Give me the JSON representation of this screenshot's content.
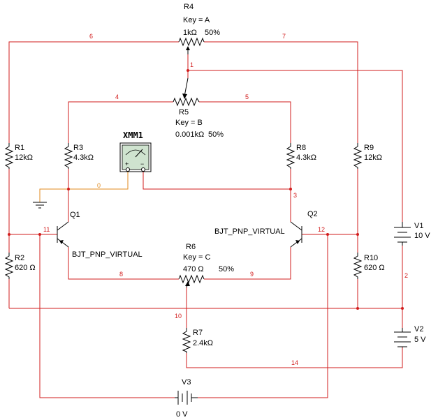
{
  "components": {
    "R1": {
      "ref": "R1",
      "value": "12kΩ"
    },
    "R2": {
      "ref": "R2",
      "value": "620 Ω"
    },
    "R3": {
      "ref": "R3",
      "value": "4.3kΩ"
    },
    "R4": {
      "ref": "R4",
      "key": "Key = A",
      "value": "1kΩ",
      "percent": "50%"
    },
    "R5": {
      "ref": "R5",
      "key": "Key = B",
      "value": "0.001kΩ",
      "percent": "50%"
    },
    "R6": {
      "ref": "R6",
      "key": "Key = C",
      "value": "470 Ω",
      "percent": "50%"
    },
    "R7": {
      "ref": "R7",
      "value": "2.4kΩ"
    },
    "R8": {
      "ref": "R8",
      "value": "4.3kΩ"
    },
    "R9": {
      "ref": "R9",
      "value": "12kΩ"
    },
    "R10": {
      "ref": "R10",
      "value": "620 Ω"
    },
    "Q1": {
      "ref": "Q1",
      "model": "BJT_PNP_VIRTUAL"
    },
    "Q2": {
      "ref": "Q2",
      "model": "BJT_PNP_VIRTUAL"
    },
    "V1": {
      "ref": "V1",
      "value": "10 V"
    },
    "V2": {
      "ref": "V2",
      "value": "5 V"
    },
    "V3": {
      "ref": "V3",
      "value": "0 V"
    },
    "XMM1": {
      "ref": "XMM1",
      "plus": "+",
      "minus": "−"
    }
  },
  "nets": {
    "n0": "0",
    "n1": "1",
    "n2": "2",
    "n3": "3",
    "n4": "4",
    "n6": "6",
    "n7": "7",
    "n5": "5",
    "n8": "8",
    "n9": "9",
    "n10": "10",
    "n11": "11",
    "n12": "12",
    "n14": "14"
  },
  "colors": {
    "wire": "#d21c1c",
    "meter_wire": "#e08a1e",
    "component": "#000000",
    "meter_face": "#cfe3cf"
  }
}
